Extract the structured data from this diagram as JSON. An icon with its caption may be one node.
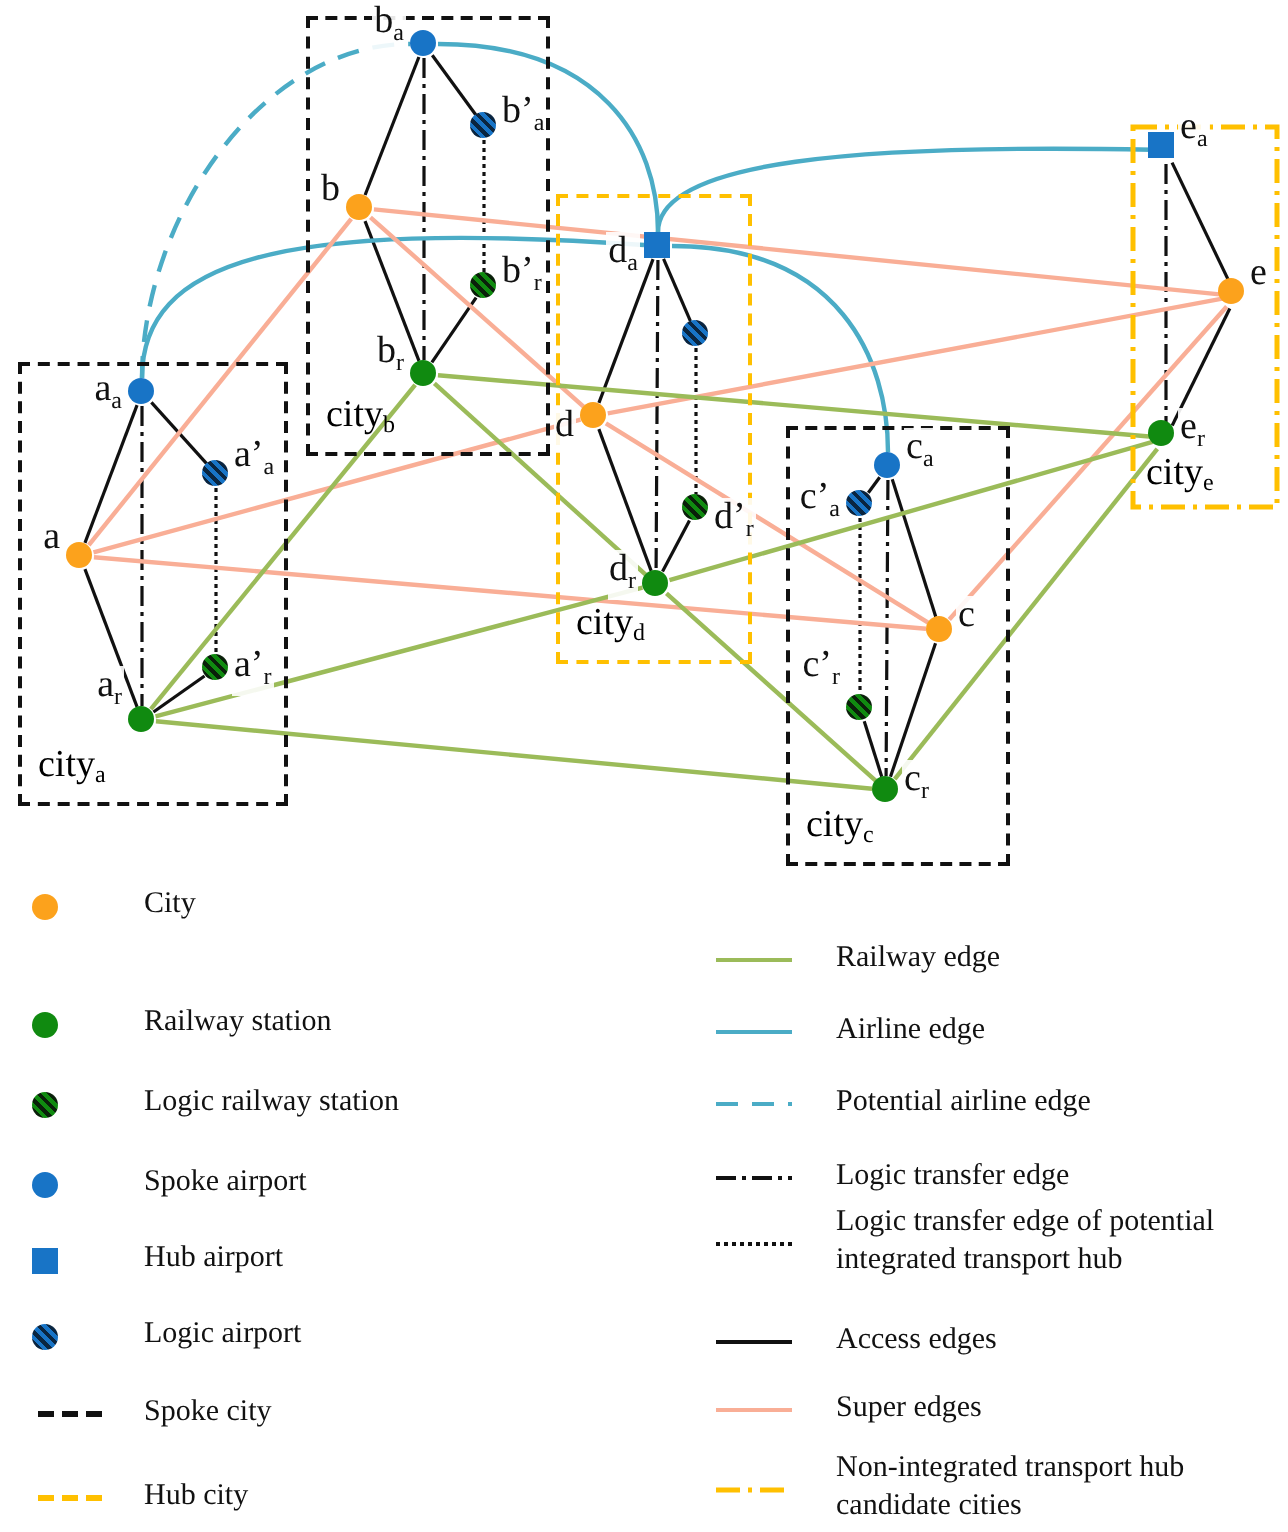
{
  "diagram": {
    "nodes": [
      {
        "text": [
          "city$_{a}$"
        ]
      },
      {
        "text": [
          "a$_{a}$"
        ],
        "in": 0
      },
      {
        "text": [
          "a’$_{a}$"
        ],
        "in": 0
      },
      {
        "text": [
          "a"
        ],
        "in": 0
      },
      {
        "text": [
          "a’$_{r}$"
        ],
        "in": 0
      },
      {
        "text": [
          "a$_{r}$"
        ],
        "in": 0
      },
      {
        "text": [
          "city$_{b}$"
        ]
      },
      {
        "text": [
          "b$_{a}$"
        ],
        "in": 6
      },
      {
        "text": [
          "b’$_{a}$"
        ],
        "in": 6
      },
      {
        "text": [
          "b"
        ],
        "in": 6
      },
      {
        "text": [
          "b’$_{r}$"
        ],
        "in": 6
      },
      {
        "text": [
          "b$_{r}$"
        ],
        "in": 6
      },
      {
        "text": [
          "city$_{d}$"
        ]
      },
      {
        "text": [
          "d$_{a}$"
        ],
        "in": 12
      },
      {
        "text": [],
        "shape": "circle",
        "in": 12
      },
      {
        "text": [
          "d"
        ],
        "in": 12
      },
      {
        "text": [
          "d’$_{r}$"
        ],
        "in": 12
      },
      {
        "text": [
          "d$_{r}$"
        ],
        "in": 12
      },
      {
        "text": [
          "city$_{c}$"
        ]
      },
      {
        "text": [
          "c$_{a}$"
        ],
        "in": 18
      },
      {
        "text": [
          "c’$_{a}$"
        ],
        "in": 18
      },
      {
        "text": [
          "c"
        ],
        "in": 18
      },
      {
        "text": [
          "c’$_{r}$"
        ],
        "in": 18
      },
      {
        "text": [
          "c$_{r}$"
        ],
        "in": 18
      },
      {
        "text": [
          "city$_{e}$"
        ]
      },
      {
        "text": [
          "e$_{a}$"
        ],
        "in": 24
      },
      {
        "text": [
          "e"
        ],
        "in": 24
      },
      {
        "text": [
          "e$_{r}$"
        ],
        "in": 24
      }
    ],
    "edges": [
      {
        "from": 1,
        "to": 3,
        "arrow": "none"
      },
      {
        "from": 3,
        "to": 5,
        "arrow": "none"
      },
      {
        "from": 1,
        "to": 2,
        "arrow": "none"
      },
      {
        "from": 4,
        "to": 5,
        "arrow": "none"
      },
      {
        "from": 1,
        "to": 5,
        "arrow": "none",
        "style": "dashed"
      },
      {
        "from": 2,
        "to": 4,
        "arrow": "none",
        "style": "dashed"
      },
      {
        "from": 7,
        "to": 9,
        "arrow": "none"
      },
      {
        "from": 9,
        "to": 11,
        "arrow": "none"
      },
      {
        "from": 7,
        "to": 8,
        "arrow": "none"
      },
      {
        "from": 10,
        "to": 11,
        "arrow": "none"
      },
      {
        "from": 7,
        "to": 11,
        "arrow": "none",
        "style": "dashed"
      },
      {
        "from": 8,
        "to": 10,
        "arrow": "none",
        "style": "dashed"
      },
      {
        "from": 13,
        "to": 15,
        "arrow": "none"
      },
      {
        "from": 15,
        "to": 17,
        "arrow": "none"
      },
      {
        "from": 13,
        "to": 14,
        "arrow": "none"
      },
      {
        "from": 16,
        "to": 17,
        "arrow": "none"
      },
      {
        "from": 13,
        "to": 17,
        "arrow": "none",
        "style": "dashed"
      },
      {
        "from": 14,
        "to": 16,
        "arrow": "none",
        "style": "dashed"
      },
      {
        "from": 19,
        "to": 21,
        "arrow": "none"
      },
      {
        "from": 21,
        "to": 23,
        "arrow": "none"
      },
      {
        "from": 19,
        "to": 20,
        "arrow": "none"
      },
      {
        "from": 22,
        "to": 23,
        "arrow": "none"
      },
      {
        "from": 19,
        "to": 23,
        "arrow": "none",
        "style": "dashed"
      },
      {
        "from": 20,
        "to": 22,
        "arrow": "none",
        "style": "dashed"
      },
      {
        "from": 25,
        "to": 26,
        "arrow": "none"
      },
      {
        "from": 26,
        "to": 27,
        "arrow": "none"
      },
      {
        "from": 25,
        "to": 27,
        "arrow": "none",
        "style": "dashed"
      },
      {
        "from": 1,
        "to": 13,
        "arrow": "none",
        "color": "#4bacc6"
      },
      {
        "from": 7,
        "to": 13,
        "arrow": "none",
        "color": "#4bacc6"
      },
      {
        "from": 13,
        "to": 19,
        "arrow": "none",
        "color": "#4bacc6"
      },
      {
        "from": 13,
        "to": 25,
        "arrow": "none",
        "color": "#4bacc6"
      },
      {
        "from": 1,
        "to": 7,
        "arrow": "none",
        "style": "dashed",
        "color": "#4bacc6"
      },
      {
        "from": 3,
        "to": 9,
        "arrow": "none",
        "color": "#f9ae96"
      },
      {
        "from": 3,
        "to": 15,
        "arrow": "none",
        "color": "#f9ae96"
      },
      {
        "from": 3,
        "to": 21,
        "arrow": "none",
        "color": "#f9ae96"
      },
      {
        "from": 9,
        "to": 15,
        "arrow": "none",
        "color": "#f9ae96"
      },
      {
        "from": 9,
        "to": 26,
        "arrow": "none",
        "color": "#f9ae96"
      },
      {
        "from": 15,
        "to": 26,
        "arrow": "none",
        "color": "#f9ae96"
      },
      {
        "from": 15,
        "to": 21,
        "arrow": "none",
        "color": "#f9ae96"
      },
      {
        "from": 21,
        "to": 26,
        "arrow": "none",
        "color": "#f9ae96"
      },
      {
        "from": 5,
        "to": 11,
        "arrow": "none",
        "color": "#9bbb59"
      },
      {
        "from": 5,
        "to": 17,
        "arrow": "none",
        "color": "#9bbb59"
      },
      {
        "from": 5,
        "to": 23,
        "arrow": "none",
        "color": "#9bbb59"
      },
      {
        "from": 11,
        "to": 27,
        "arrow": "none",
        "color": "#9bbb59"
      },
      {
        "from": 11,
        "to": 17,
        "arrow": "none",
        "color": "#9bbb59"
      },
      {
        "from": 17,
        "to": 23,
        "arrow": "none",
        "color": "#9bbb59"
      },
      {
        "from": 17,
        "to": 27,
        "arrow": "none",
        "color": "#9bbb59"
      },
      {
        "from": 23,
        "to": 27,
        "arrow": "none",
        "color": "#9bbb59"
      }
    ],
    "legend": [
      {
        "text": "City"
      },
      {
        "text": "Railway station"
      },
      {
        "text": "Logic railway station"
      },
      {
        "text": "Spoke airport"
      },
      {
        "text": "Hub airport"
      },
      {
        "text": "Logic airport"
      },
      {
        "text": "Spoke city"
      },
      {
        "text": "Hub city"
      },
      {
        "text": "Railway edge"
      },
      {
        "text": "Airline edge"
      },
      {
        "text": "Potential airline edge"
      },
      {
        "text": "Logic transfer edge"
      },
      {
        "text": "Logic transfer edge of potential integrated transport hub"
      },
      {
        "text": "Access edges"
      },
      {
        "text": "Super edges"
      },
      {
        "text": "Non-integrated transport hub candidate cities"
      }
    ]
  }
}
